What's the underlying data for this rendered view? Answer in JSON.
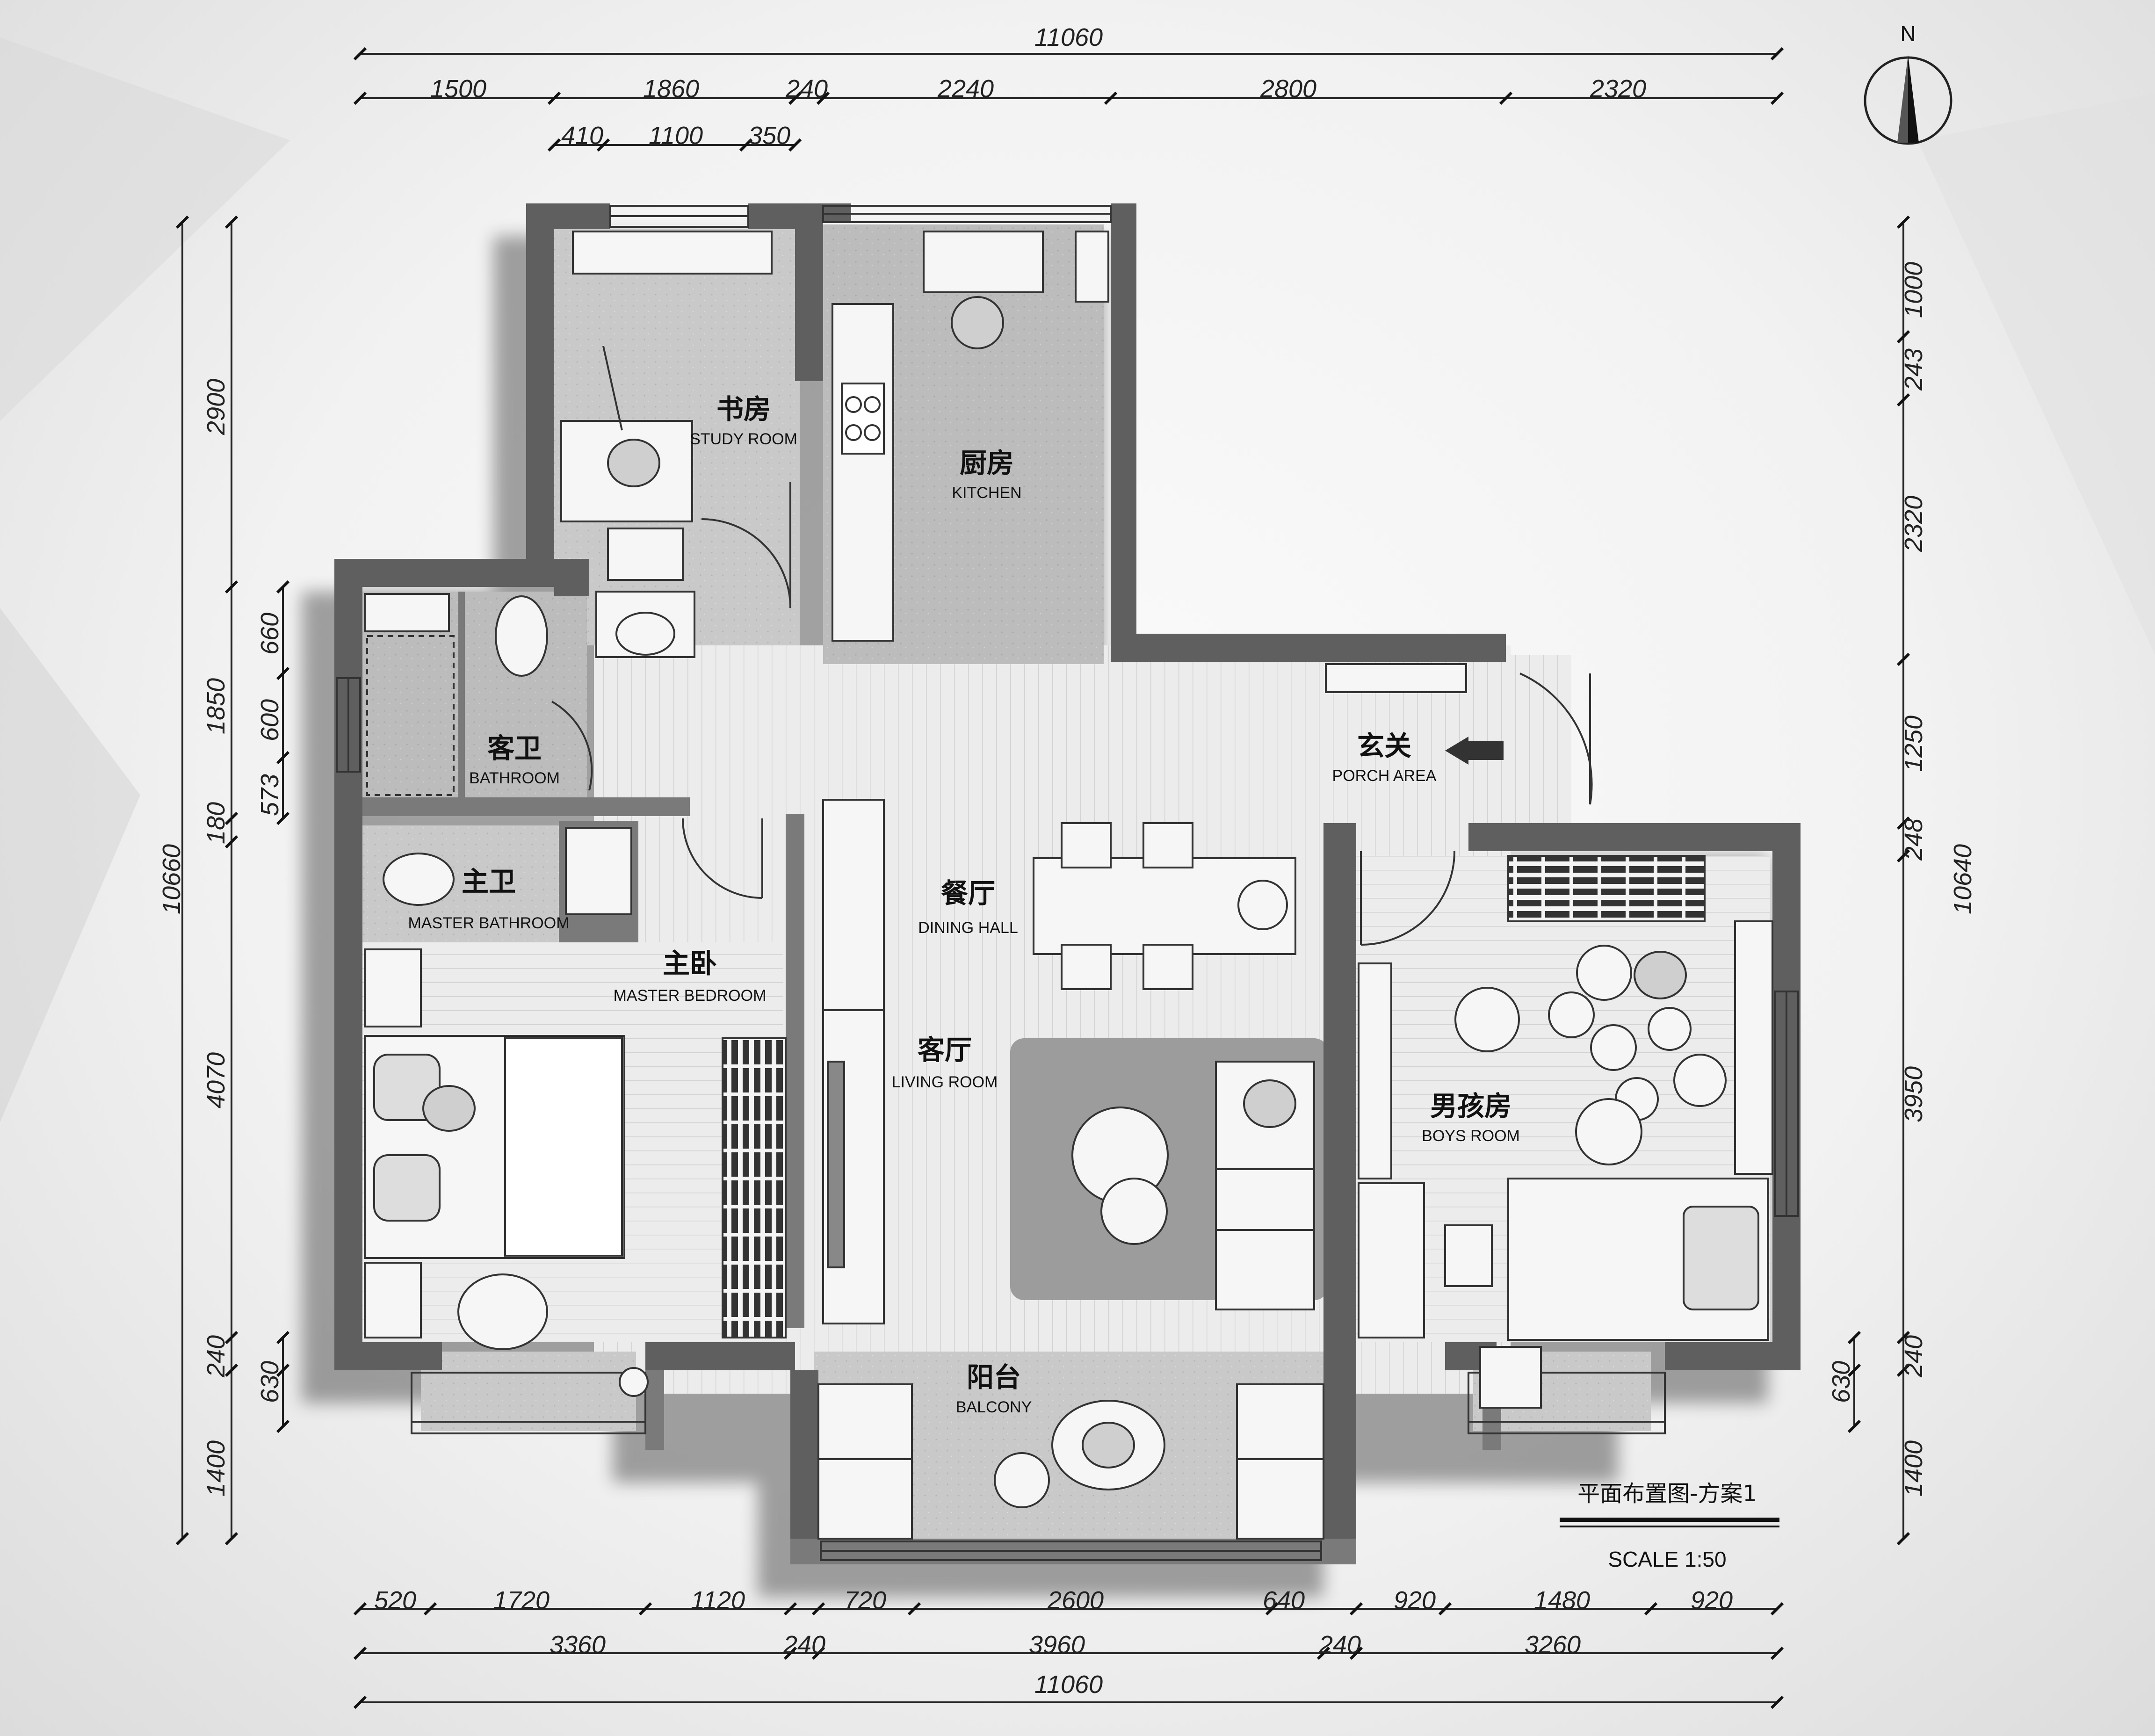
{
  "dimensions": {
    "top_total": "11060",
    "top_segments": [
      "1500",
      "1860",
      "240",
      "2240",
      "2800",
      "2320"
    ],
    "top_sub_segments": [
      "410",
      "1100",
      "350"
    ],
    "bottom_segments_a": [
      "520",
      "1720",
      "1120",
      "720",
      "2600",
      "640",
      "920",
      "1480",
      "920"
    ],
    "bottom_segments_b": [
      "3360",
      "240",
      "3960",
      "240",
      "3260"
    ],
    "bottom_total": "11060",
    "left_total": "10660",
    "left_segments": [
      "2900",
      "1850",
      "180",
      "4070",
      "240",
      "1400"
    ],
    "left_sub_segments": [
      "660",
      "600",
      "573",
      "630"
    ],
    "right_total": "10640",
    "right_segments": [
      "1000",
      "243",
      "2320",
      "1250",
      "248",
      "3950",
      "240",
      "630",
      "1400"
    ]
  },
  "rooms": {
    "study": {
      "cn": "书房",
      "en": "STUDY ROOM"
    },
    "kitchen": {
      "cn": "厨房",
      "en": "KITCHEN"
    },
    "bathroom": {
      "cn": "客卫",
      "en": "BATHROOM"
    },
    "master_bath": {
      "cn": "主卫",
      "en": "MASTER BATHROOM"
    },
    "master_bed": {
      "cn": "主卧",
      "en": "MASTER BEDROOM"
    },
    "dining": {
      "cn": "餐厅",
      "en": "DINING HALL"
    },
    "living": {
      "cn": "客厅",
      "en": "LIVING ROOM"
    },
    "porch": {
      "cn": "玄关",
      "en": "PORCH AREA"
    },
    "boys": {
      "cn": "男孩房",
      "en": "BOYS ROOM"
    },
    "balcony": {
      "cn": "阳台",
      "en": "BALCONY"
    }
  },
  "title_block": {
    "title": "平面布置图-方案1",
    "scale": "SCALE 1:50"
  },
  "compass": {
    "label": "N",
    "icon": "north-arrow-icon"
  },
  "colors": {
    "wall": "#5f5f5f",
    "floor_tile": "#b9b9b9",
    "floor_wood": "#e9e9e9",
    "rug": "#9a9a9a",
    "ink": "#222222"
  }
}
